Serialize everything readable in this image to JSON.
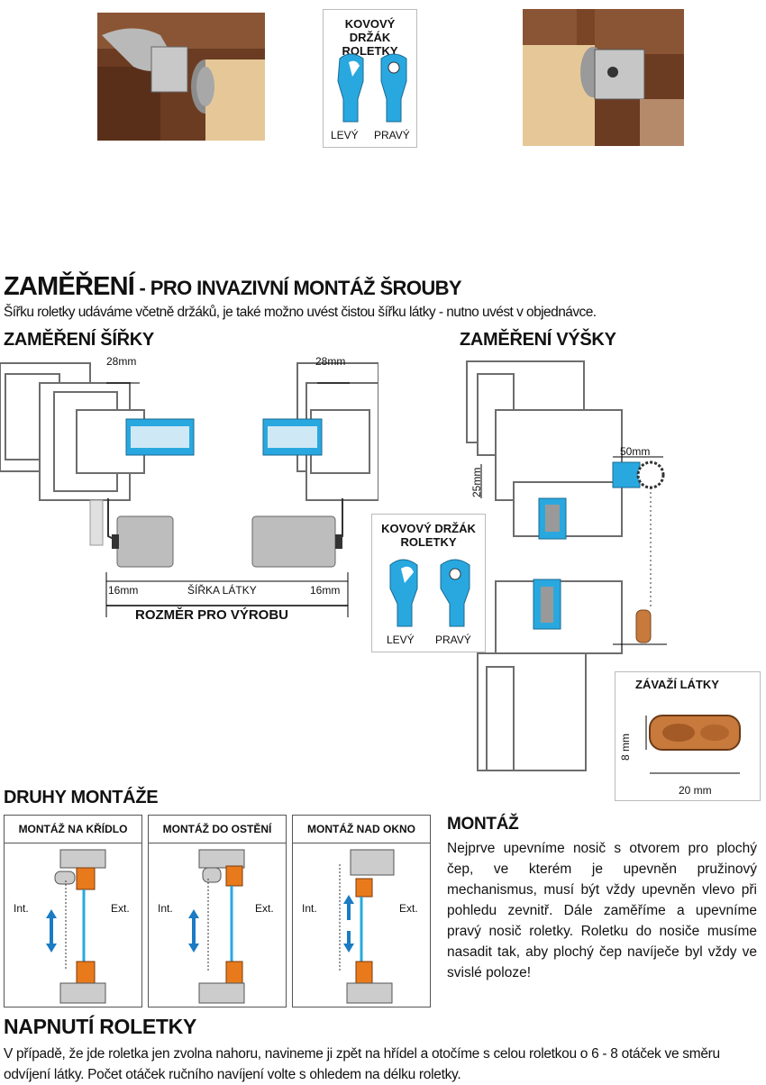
{
  "top": {
    "badge_title": "KOVOVÝ DRŽÁK\nROLETKY",
    "badge_left": "LEVÝ",
    "badge_right": "PRAVÝ"
  },
  "section1": {
    "title_main": "ZAMĚŘENÍ",
    "title_rest": " - PRO INVAZIVNÍ MONTÁŽ ŠROUBY",
    "subtitle": "Šířku roletky udáváme včetně držáků, je také možno uvést čistou šířku látky - nutno uvést v objednávce.",
    "width_heading": "ZAMĚŘENÍ ŠÍŘKY",
    "height_heading": "ZAMĚŘENÍ VÝŠKY",
    "dim_28_left": "28mm",
    "dim_28_right": "28mm",
    "dim_16_left": "16mm",
    "dim_16_right": "16mm",
    "fabric_width": "ŠÍŘKA LÁTKY",
    "production_size": "ROZMĚR PRO VÝROBU",
    "dim_50": "50mm",
    "dim_25": "25mm",
    "badge_title": "KOVOVÝ DRŽÁK\nROLETKY",
    "badge_left": "LEVÝ",
    "badge_right": "PRAVÝ",
    "weight_title": "ZÁVAŽÍ LÁTKY",
    "weight_h": "8 mm",
    "weight_w": "20 mm"
  },
  "section2": {
    "title": "DRUHY MONTÁŽE",
    "boxes": [
      {
        "title": "MONTÁŽ NA KŘÍDLO",
        "int": "Int.",
        "ext": "Ext."
      },
      {
        "title": "MONTÁŽ DO OSTĚNÍ",
        "int": "Int.",
        "ext": "Ext."
      },
      {
        "title": "MONTÁŽ NAD OKNO",
        "int": "Int.",
        "ext": "Ext."
      }
    ],
    "montaz_heading": "MONTÁŽ",
    "montaz_text": "Nejprve upevníme nosič s otvorem pro plochý čep, ve kterém je upevněn pružinový mechanismus, musí být  vždy upevněn vlevo při pohledu zevnitř. Dále zaměříme a upevníme pravý nosič roletky. Roletku do nosiče musíme nasadit tak, aby plochý čep navíječe byl vždy ve svislé poloze!"
  },
  "section3": {
    "title": "NAPNUTÍ ROLETKY",
    "text": "V případě, že jde roletka jen zvolna nahoru, navineme ji zpět na hřídel a otočíme s celou roletkou o 6 - 8  otáček ve směru odvíjení látky. Počet otáček ručního navíjení  volte s ohledem na délku roletky."
  },
  "colors": {
    "blue": "#29a8e0",
    "orange": "#e87a1c",
    "wood": "#c77a3c",
    "frame": "#6d6d6d"
  }
}
